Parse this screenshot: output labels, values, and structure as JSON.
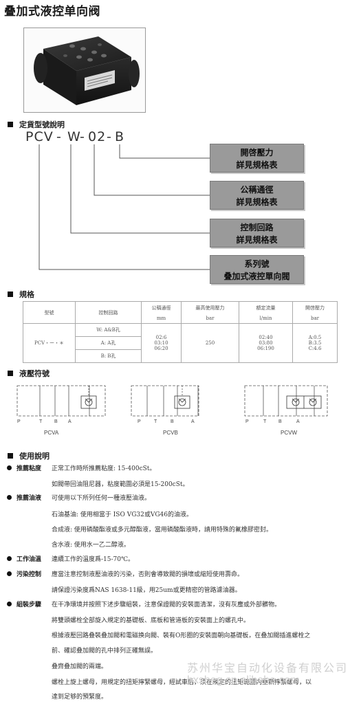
{
  "title": "叠加式液控单向阀",
  "sections": {
    "ordering": "定貨型號說明",
    "spec": "規格",
    "symbol": "液壓符號",
    "usage": "使用說明"
  },
  "model_code": {
    "p1": "PCV",
    "d1": "-",
    "p2": "W",
    "d2": "-",
    "p3": "02",
    "d3": "-",
    "p4": "B"
  },
  "code_boxes": [
    {
      "line1": "開啓壓力",
      "line2": "詳見規格表"
    },
    {
      "line1": "公稱通徑",
      "line2": "詳見規格表"
    },
    {
      "line1": "控制回路",
      "line2": "詳見規格表"
    },
    {
      "line1": "系列號",
      "line2": "叠加式液控單向閥"
    }
  ],
  "spec_table": {
    "headers": {
      "model": "型號",
      "circuit": "控制回路",
      "diameter": "公稱通徑",
      "diameter_unit": "mm",
      "pressure": "最高使用壓力",
      "pressure_unit": "bar",
      "flow": "額定流量",
      "flow_unit": "l/min",
      "crack": "開啓壓力",
      "crack_unit": "bar"
    },
    "row": {
      "model": "PCV・ー・＊",
      "circuits": [
        "W: A&B孔",
        "A: A孔",
        "B: B孔"
      ],
      "diameters": [
        "02:6",
        "03:10",
        "06:20"
      ],
      "pressure": "250",
      "flows": [
        "02:40",
        "03:80",
        "06:190"
      ],
      "cracks": [
        "A:0.5",
        "B:3.5",
        "C:4.6"
      ]
    }
  },
  "symbols": {
    "ports": [
      "P",
      "T",
      "B",
      "A"
    ],
    "labels": [
      "PCVA",
      "PCVB",
      "PCVW"
    ]
  },
  "usage": [
    {
      "label": "推薦粘度",
      "lines": [
        "正常工作時所推薦粘度: 15-400cSt。",
        "如閥帶回油阻尼器，粘度範圍必須是15-200cSt。"
      ]
    },
    {
      "label": "推薦油液",
      "lines": [
        "可使用以下所列任何一種液壓油液。",
        "石油基油: 使用相當于 ISO VG32或VG46的油液。",
        "合成液: 使用磷酸酯液或多元醇酯液，當用磷酸酯液時，請用特殊的氟橡膠密封。",
        "含水液: 使用水一乙二醇液。"
      ]
    },
    {
      "label": "工作油溫",
      "lines": [
        "連續工作的溫度爲-15-70℃。"
      ]
    },
    {
      "label": "污染控制",
      "lines": [
        "應當注意控制液壓油液的污染，否則會導致閥的損壞或縮短使用壽命。",
        "請保證污染度爲NAS 1638-11級，用25um或更精密的管路濾油器。"
      ]
    },
    {
      "label": "組裝步驟",
      "lines": [
        "在干净環境并按照下述步驟組裝，注意保證閥的安裝面清潔，沒有灰塵或外部髒物。",
        "將雙頭螺栓全部旋入規定的基礎板、底板和管道板的安裝面上的螺孔中。",
        "根據液壓回路叠裝叠加閥和電磁换向閥、裝有O形圈的安裝面朝向基礎板，在叠加閥插進螺栓之",
        "前、確認叠加閥的孔中排列正確無誤。",
        "叠齊叠加閥的兩端。",
        "螺栓上旋上螺母，用規定的扭矩擰緊螺母，經試車后，須在規定的扭矩範圍内重新擰緊螺母，以",
        "達到足够的預緊度。"
      ]
    }
  ],
  "watermark": {
    "company": "苏州华宝自动化设备有限公司",
    "url": "hxsheg.cn.alibaba.com"
  }
}
